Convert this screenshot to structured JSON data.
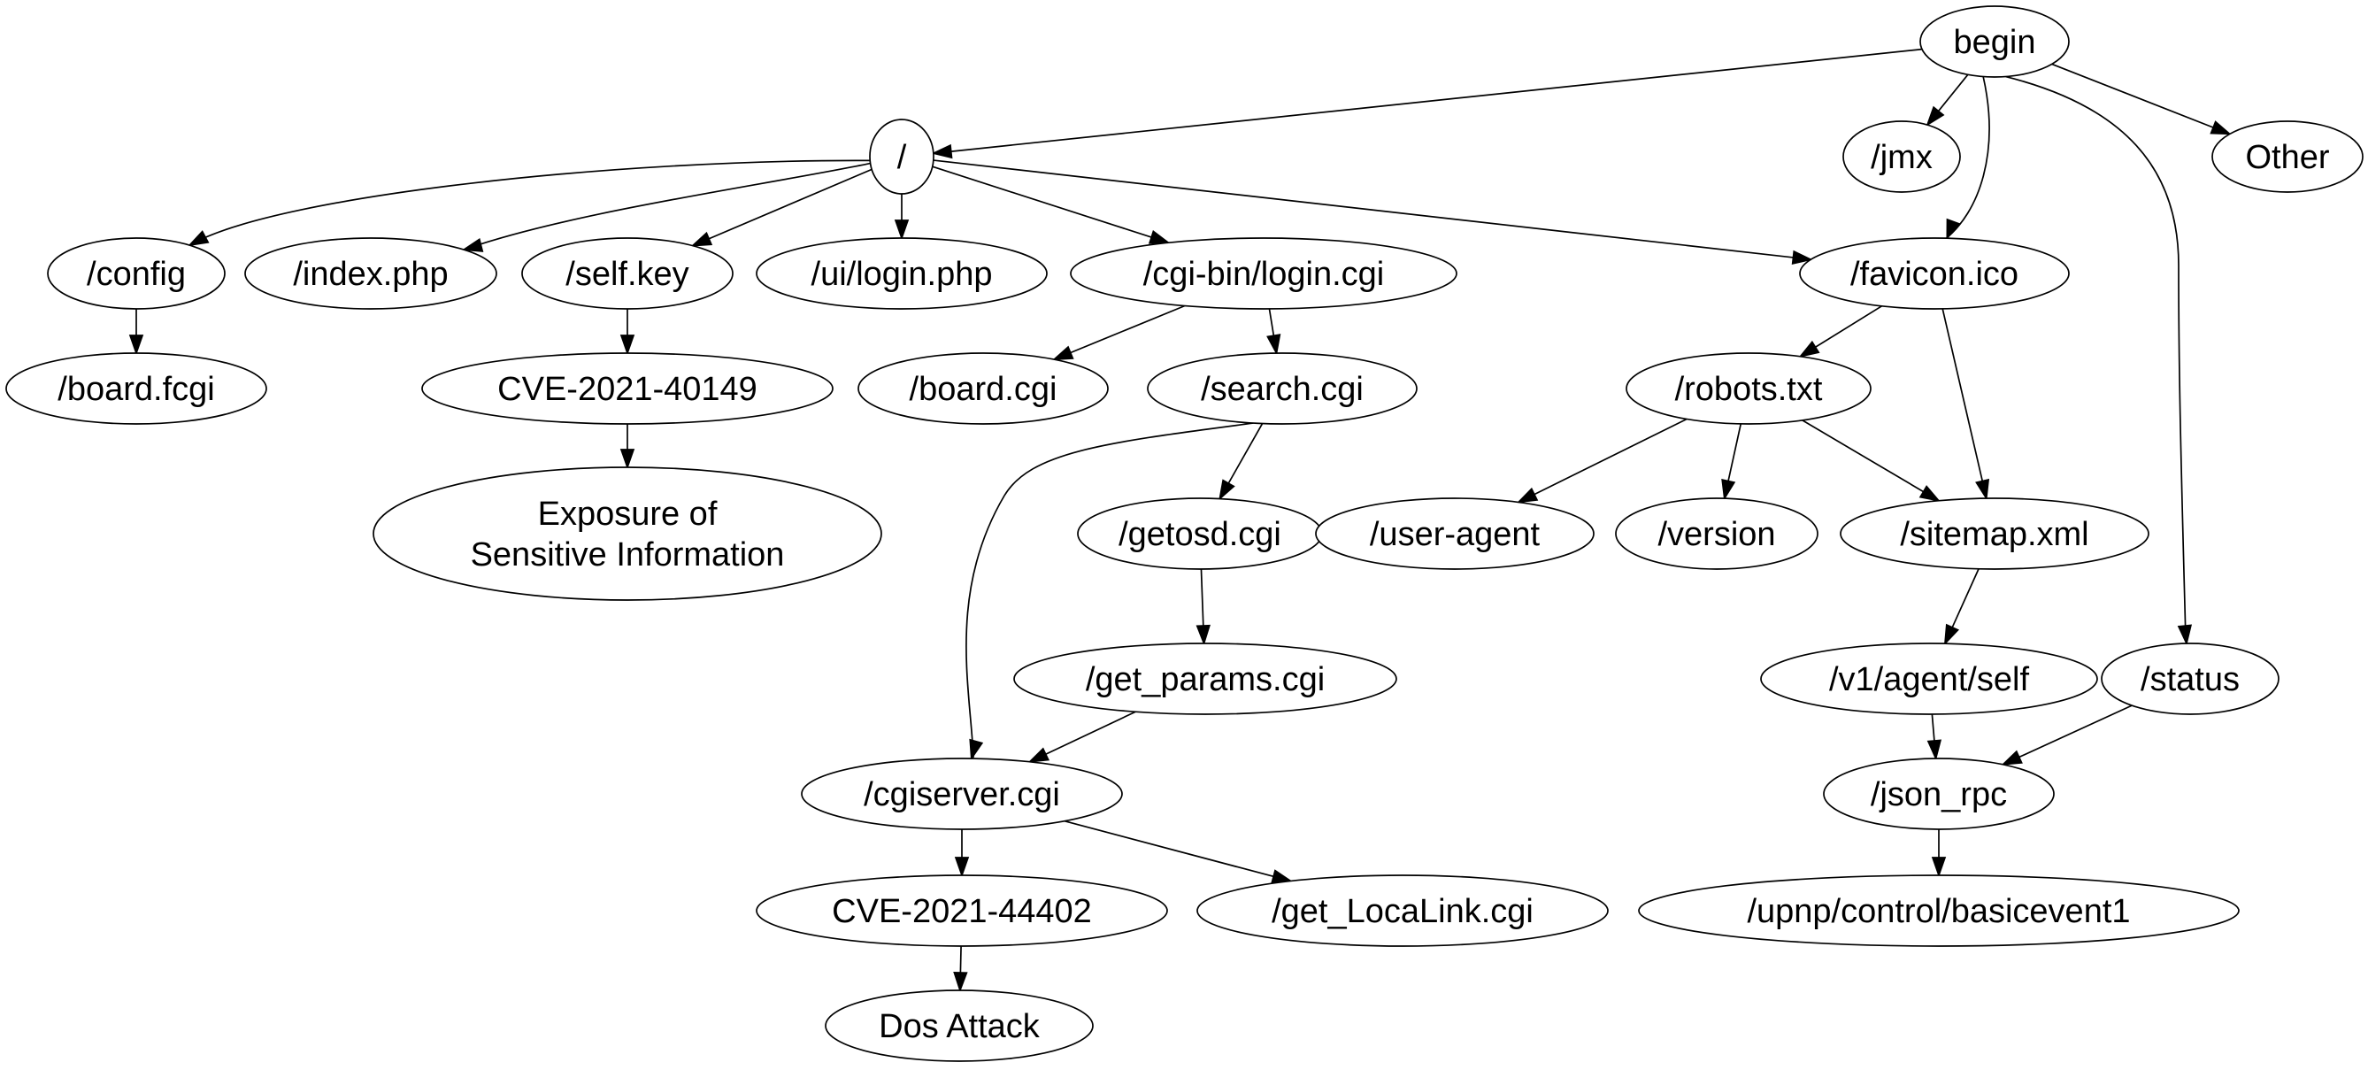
{
  "nodes": {
    "begin": "begin",
    "root": "/",
    "jmx": "/jmx",
    "other": "Other",
    "config": "/config",
    "index_php": "/index.php",
    "self_key": "/self.key",
    "ui_login": "/ui/login.php",
    "cgi_login": "/cgi-bin/login.cgi",
    "favicon": "/favicon.ico",
    "board_fcgi": "/board.fcgi",
    "cve_40149": "CVE-2021-40149",
    "board_cgi": "/board.cgi",
    "search_cgi": "/search.cgi",
    "robots": "/robots.txt",
    "exposure": [
      "Exposure of",
      "Sensitive Information"
    ],
    "getosd": "/getosd.cgi",
    "user_agent": "/user-agent",
    "version": "/version",
    "sitemap": "/sitemap.xml",
    "get_params": "/get_params.cgi",
    "v1_agent": "/v1/agent/self",
    "status": "/status",
    "cgiserver": "/cgiserver.cgi",
    "json_rpc": "/json_rpc",
    "cve_44402": "CVE-2021-44402",
    "get_localink": "/get_LocaLink.cgi",
    "upnp": "/upnp/control/basicevent1",
    "dos": "Dos Attack"
  },
  "edges": [
    [
      "begin",
      "root"
    ],
    [
      "begin",
      "jmx"
    ],
    [
      "begin",
      "other"
    ],
    [
      "begin",
      "favicon"
    ],
    [
      "begin",
      "status"
    ],
    [
      "root",
      "config"
    ],
    [
      "root",
      "index_php"
    ],
    [
      "root",
      "self_key"
    ],
    [
      "root",
      "ui_login"
    ],
    [
      "root",
      "cgi_login"
    ],
    [
      "root",
      "favicon"
    ],
    [
      "config",
      "board_fcgi"
    ],
    [
      "self_key",
      "cve_40149"
    ],
    [
      "cve_40149",
      "exposure"
    ],
    [
      "cgi_login",
      "board_cgi"
    ],
    [
      "cgi_login",
      "search_cgi"
    ],
    [
      "search_cgi",
      "getosd"
    ],
    [
      "search_cgi",
      "cgiserver"
    ],
    [
      "getosd",
      "get_params"
    ],
    [
      "get_params",
      "cgiserver"
    ],
    [
      "cgiserver",
      "cve_44402"
    ],
    [
      "cgiserver",
      "get_localink"
    ],
    [
      "cve_44402",
      "dos"
    ],
    [
      "favicon",
      "robots"
    ],
    [
      "favicon",
      "sitemap"
    ],
    [
      "robots",
      "user_agent"
    ],
    [
      "robots",
      "version"
    ],
    [
      "robots",
      "sitemap"
    ],
    [
      "sitemap",
      "v1_agent"
    ],
    [
      "v1_agent",
      "json_rpc"
    ],
    [
      "status",
      "json_rpc"
    ],
    [
      "json_rpc",
      "upnp"
    ]
  ]
}
